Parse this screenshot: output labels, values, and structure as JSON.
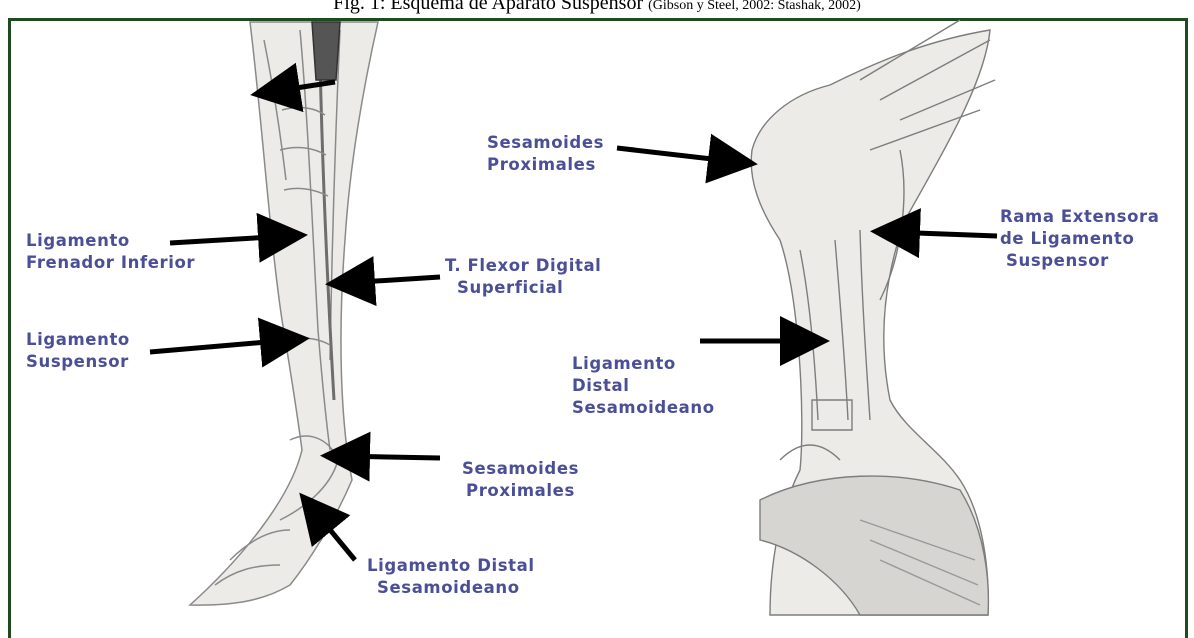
{
  "caption": {
    "main": "Fig. 1: Esquema de Aparato Suspensor",
    "citation": "(Gibson y Steel, 2002: Stashak, 2002)"
  },
  "colors": {
    "label": "#4a4f96",
    "border": "#1f4a1f",
    "arrow": "#000000"
  },
  "labels": {
    "ligamento_frenador": [
      "Ligamento",
      "Frenador Inferior"
    ],
    "ligamento_suspensor": [
      "Ligamento",
      "Suspensor"
    ],
    "flexor_digital": [
      "T. Flexor Digital",
      "Superficial"
    ],
    "sesamoides_left": [
      "Sesamoides",
      "Proximales"
    ],
    "distal_left": [
      "Ligamento Distal",
      "Sesamoideano"
    ],
    "sesamoides_right": [
      "Sesamoides",
      "Proximales"
    ],
    "distal_right": [
      "Ligamento",
      "Distal",
      "Sesamoideano"
    ],
    "rama_extensora": [
      "Rama Extensora",
      "de Ligamento",
      "Suspensor"
    ]
  }
}
